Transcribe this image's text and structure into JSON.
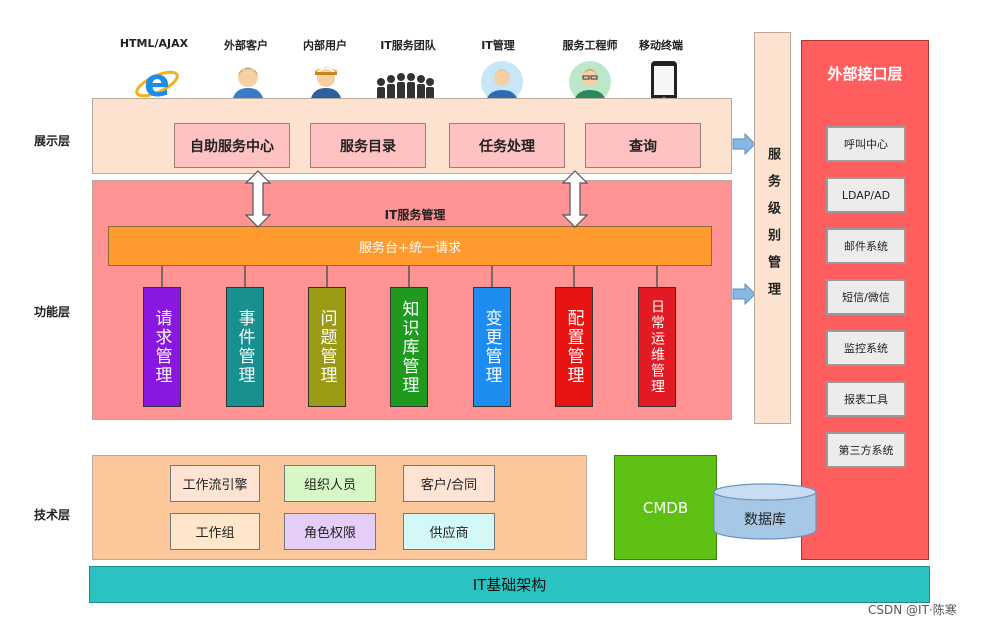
{
  "layers": {
    "display": "展示层",
    "function": "功能层",
    "tech": "技术层"
  },
  "users": [
    {
      "label": "HTML/AJAX",
      "icon": "ie-browser-icon"
    },
    {
      "label": "外部客户",
      "icon": "external-customer-icon"
    },
    {
      "label": "内部用户",
      "icon": "internal-user-icon"
    },
    {
      "label": "IT服务团队",
      "icon": "it-team-icon"
    },
    {
      "label": "IT管理",
      "icon": "it-manager-icon"
    },
    {
      "label": "服务工程师",
      "icon": "service-engineer-icon"
    },
    {
      "label": "移动终端",
      "icon": "mobile-device-icon"
    }
  ],
  "presentation": [
    "自助服务中心",
    "服务目录",
    "任务处理",
    "查询"
  ],
  "functional": {
    "title": "IT服务管理",
    "service_desk": "服务台+统一请求",
    "modules": [
      {
        "label": "请求管理",
        "color": "#8a17e0"
      },
      {
        "label": "事件管理",
        "color": "#1a8f8f"
      },
      {
        "label": "问题管理",
        "color": "#9a9a14"
      },
      {
        "label": "知识库管理",
        "color": "#1f9a1f"
      },
      {
        "label": "变更管理",
        "color": "#1c8cf0"
      },
      {
        "label": "配置管理",
        "color": "#e81313"
      },
      {
        "label": "日常运维管理",
        "color": "#e21a24"
      }
    ]
  },
  "tech": {
    "row1": [
      "工作流引擎",
      "组织人员",
      "客户/合同"
    ],
    "row2": [
      "工作组",
      "角色权限",
      "供应商"
    ]
  },
  "sla": "服务级别管理",
  "external": {
    "title": "外部接口层",
    "items": [
      "呼叫中心",
      "LDAP/AD",
      "邮件系统",
      "短信/微信",
      "监控系统",
      "报表工具",
      "第三方系统"
    ]
  },
  "cmdb": "CMDB",
  "database": "数据库",
  "infrastructure": "IT基础架构",
  "watermark": "CSDN @IT·陈寒"
}
